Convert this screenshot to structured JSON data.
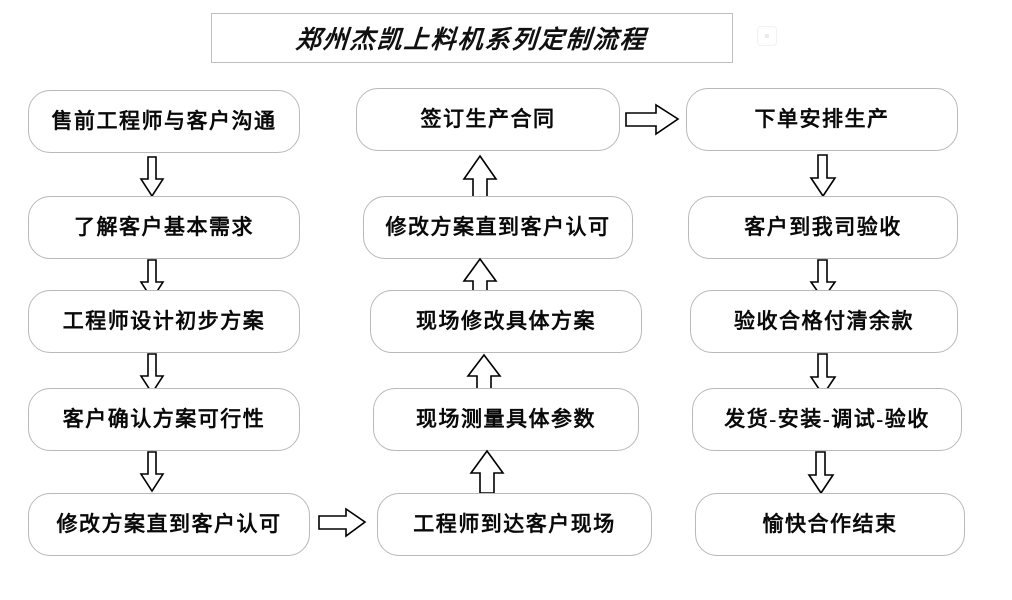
{
  "document": {
    "title": "郑州杰凯上料机系列定制流程",
    "type": "flowchart",
    "background_color": "#ffffff",
    "box_border_color": "#b9b9b9",
    "arrow_color": "#000000",
    "text_color": "#0a0a0a"
  },
  "title_box": {
    "text": "郑州杰凯上料机系列定制流程",
    "border_color": "#bfbfbf"
  },
  "columns": [
    {
      "name": "column-left",
      "flow_direction": "down",
      "nodes": [
        {
          "id": "l1",
          "label": "售前工程师与客户沟通"
        },
        {
          "id": "l2",
          "label": "了解客户基本需求"
        },
        {
          "id": "l3",
          "label": "工程师设计初步方案"
        },
        {
          "id": "l4",
          "label": "客户确认方案可行性"
        },
        {
          "id": "l5",
          "label": "修改方案直到客户认可"
        }
      ]
    },
    {
      "name": "column-middle",
      "flow_direction": "up",
      "nodes": [
        {
          "id": "m1",
          "label": "签订生产合同"
        },
        {
          "id": "m2",
          "label": "修改方案直到客户认可"
        },
        {
          "id": "m3",
          "label": "现场修改具体方案"
        },
        {
          "id": "m4",
          "label": "现场测量具体参数"
        },
        {
          "id": "m5",
          "label": "工程师到达客户现场"
        }
      ]
    },
    {
      "name": "column-right",
      "flow_direction": "down",
      "nodes": [
        {
          "id": "r1",
          "label": "下单安排生产"
        },
        {
          "id": "r2",
          "label": "客户到我司验收"
        },
        {
          "id": "r3",
          "label": "验收合格付清余款"
        },
        {
          "id": "r4",
          "label": "发货-安装-调试-验收"
        },
        {
          "id": "r5",
          "label": "愉快合作结束"
        }
      ]
    }
  ],
  "connectors": {
    "left_down": [
      "l1->l2",
      "l2->l3",
      "l3->l4",
      "l4->l5"
    ],
    "middle_up": [
      "m5->m4",
      "m4->m3",
      "m3->m2",
      "m2->m1"
    ],
    "right_down": [
      "r1->r2",
      "r2->r3",
      "r3->r4",
      "r4->r5"
    ],
    "cross": [
      "l5->m5",
      "m1->r1"
    ]
  }
}
